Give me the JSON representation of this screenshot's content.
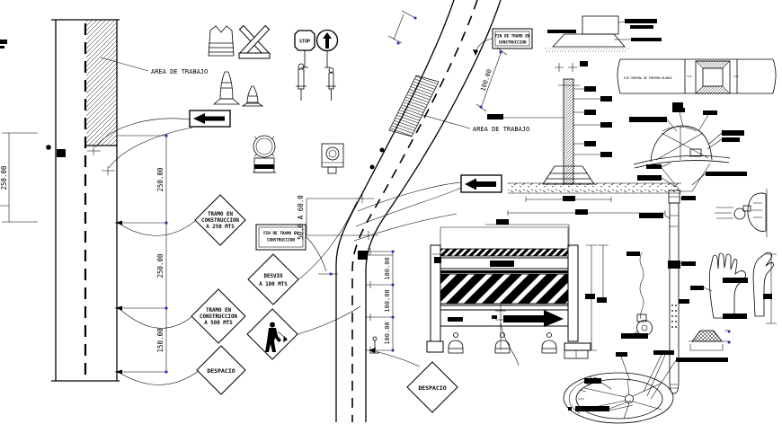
{
  "labels": {
    "work_area_left": "AREA DE TRABAJO",
    "work_area_mid": "AREA DE TRABAJO",
    "band_note": "EJE CENTRAL DE PINTURA BLANCA"
  },
  "dims": {
    "left_outer": "250.00",
    "chain_left": [
      "250.00",
      "250.00",
      "150.00"
    ],
    "gap": "50.0 A 60.0",
    "slant": "100.00",
    "chain_road": [
      "100.00",
      "100.00",
      "100.00"
    ]
  },
  "signs": {
    "tramo_250": {
      "lines": [
        "TRAMO EN",
        "CONSTRUCCION",
        "A 250 MTS"
      ]
    },
    "tramo_500": {
      "lines": [
        "TRAMO EN",
        "CONSTRUCCION",
        "A 500 MTS"
      ]
    },
    "desvio": {
      "lines": [
        "DESVIO",
        "A 100 MTS"
      ]
    },
    "despacio_left": "DESPACIO",
    "despacio_mid": "DESPACIO",
    "fin_tramo_top": {
      "lines": [
        "FIN DE TRAMO EN",
        "CONSTRUCCION"
      ]
    },
    "fin_tramo_left": {
      "lines": [
        "FIN DE TRAMO EN",
        "CONSTRUCCION"
      ]
    },
    "stop_paddle": "STOP"
  }
}
